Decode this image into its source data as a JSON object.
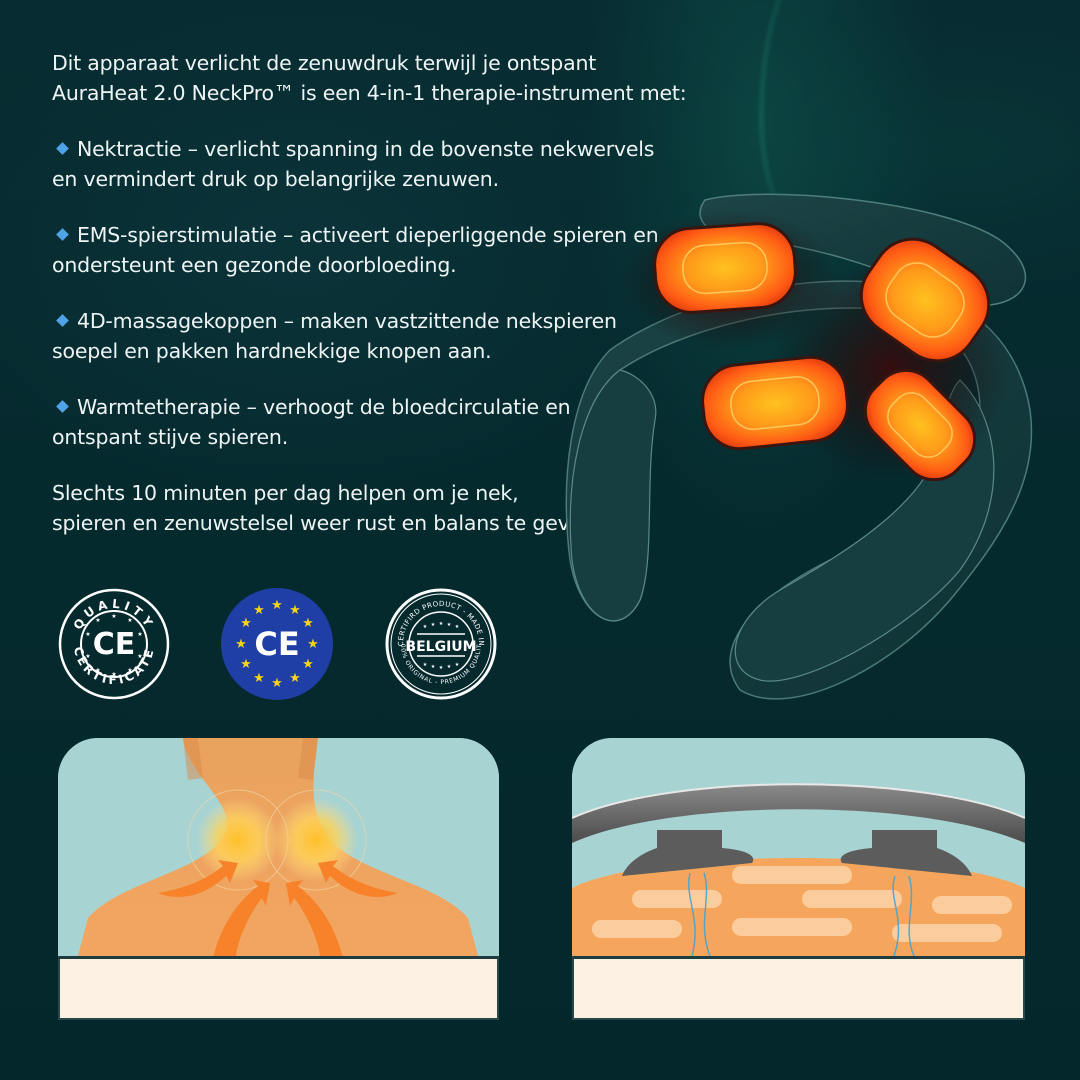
{
  "intro": {
    "line1": "Dit apparaat verlicht de zenuwdruk terwijl je ontspant",
    "line2": "AuraHeat 2.0 NeckPro™ is een 4-in-1 therapie-instrument met:"
  },
  "features": [
    {
      "icon": "diamond-bullet-icon",
      "line1": "Nektractie – verlicht spanning in de bovenste nekwervels",
      "line2": "en vermindert druk op belangrijke zenuwen."
    },
    {
      "icon": "diamond-bullet-icon",
      "line1": "EMS-spierstimulatie – activeert dieperliggende spieren en",
      "line2": "ondersteunt een gezonde doorbloeding."
    },
    {
      "icon": "diamond-bullet-icon",
      "line1": "4D-massagekoppen – maken vastzittende nekspieren",
      "line2": "soepel en pakken hardnekkige knopen aan."
    },
    {
      "icon": "diamond-bullet-icon",
      "line1": "Warmtetherapie – verhoogt de bloedcirculatie en",
      "line2": "ontspant stijve spieren."
    }
  ],
  "outro": {
    "line1": "Slechts 10 minuten per dag helpen om je nek,",
    "line2": "spieren en zenuwstelsel weer rust en balans te geven."
  },
  "badges": {
    "quality": {
      "top_text": "QUALITY",
      "center": "CE",
      "bottom_text": "CERTIFICATE"
    },
    "eu": {
      "center": "CE"
    },
    "belgium": {
      "top_text": "CERTIFIRD PRODUCT - MADE IN",
      "center": "BELGIUM",
      "bottom_text": "100% ORIGINAL - PREMIUM QUALITY"
    }
  },
  "colors": {
    "background": "#05292d",
    "text": "#eef4f4",
    "bullet": "#4fa3e8",
    "heat_orange": "#ff6a1a",
    "heat_core": "#ffc21f",
    "eu_blue": "#1f3fa6",
    "eu_star": "#f7d417",
    "card_sky": "#a8d3d3",
    "caption_bg": "#fcf1e3"
  }
}
